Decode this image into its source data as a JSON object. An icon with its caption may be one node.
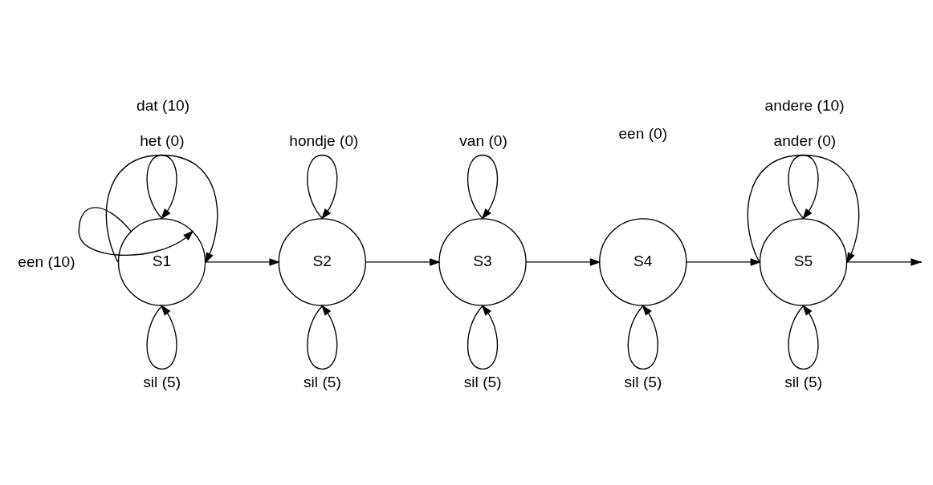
{
  "diagram": {
    "nodes": [
      {
        "text": [
          "S1"
        ]
      },
      {
        "text": [
          "S2"
        ]
      },
      {
        "text": [
          "S3"
        ]
      },
      {
        "text": [
          "S4"
        ]
      },
      {
        "text": [
          "S5"
        ]
      }
    ],
    "edges": [
      {
        "from": 0,
        "to": 0,
        "arrow": "to",
        "label": "dat (10)"
      },
      {
        "from": 0,
        "to": 0,
        "arrow": "to",
        "label": "een (10)"
      },
      {
        "from": 0,
        "to": 0,
        "arrow": "to",
        "label": "het (0)"
      },
      {
        "from": 0,
        "to": 0,
        "arrow": "to",
        "label": "sil (5)"
      },
      {
        "from": 0,
        "to": 1,
        "arrow": "to"
      },
      {
        "from": 1,
        "to": 1,
        "arrow": "to",
        "label": "hondje (0)"
      },
      {
        "from": 1,
        "to": 1,
        "arrow": "to",
        "label": "sil (5)"
      },
      {
        "from": 1,
        "to": 2,
        "arrow": "to"
      },
      {
        "from": 2,
        "to": 2,
        "arrow": "to",
        "label": "van (0)"
      },
      {
        "from": 2,
        "to": 2,
        "arrow": "to",
        "label": "sil (5)"
      },
      {
        "from": 2,
        "to": 3,
        "arrow": "to"
      },
      {
        "from": 3,
        "to": 3,
        "arrow": "to",
        "label": "sil (5)"
      },
      {
        "from": 3,
        "to": 4,
        "arrow": "to"
      },
      {
        "from": 4,
        "to": 4,
        "arrow": "to",
        "label": "andere (10)"
      },
      {
        "from": 4,
        "to": 4,
        "arrow": "to",
        "label": "ander (0)"
      },
      {
        "from": 4,
        "to": 4,
        "arrow": "to",
        "label": "sil (5)"
      },
      {
        "from": 4,
        "to": null,
        "arrow": "to"
      }
    ],
    "labels": [
      "een (0)"
    ]
  }
}
